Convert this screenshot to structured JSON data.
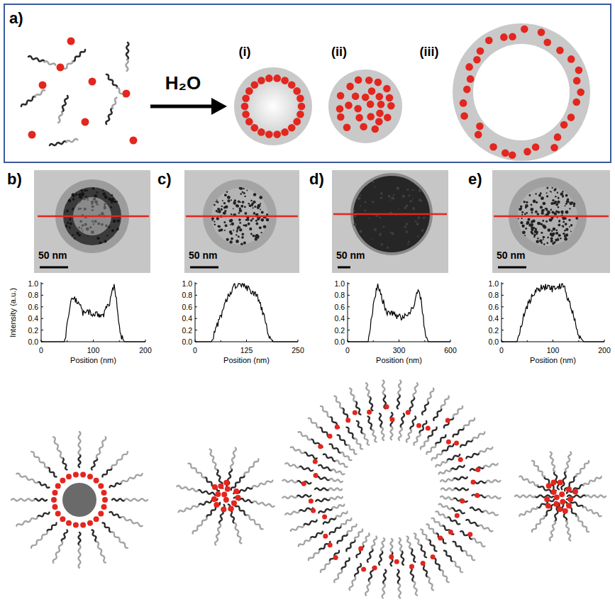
{
  "diagram": {
    "nodes": [
      {
        "text": [
          "a)",
          "H₂O",
          "(i)",
          "(ii)",
          "(iii)"
        ]
      }
    ],
    "labels": [
      "b)",
      "c)",
      "d)",
      "e)",
      "50 nm",
      "50 nm",
      "50 nm",
      "50 nm",
      "Intensity (a.u.)",
      "1.0",
      "0.8",
      "0.6",
      "0.4",
      "0.2",
      "0.0",
      "0",
      "100",
      "200",
      "Position (nm)",
      "1.0",
      "0.8",
      "0.6",
      "0.4",
      "0.2",
      "0.0",
      "0",
      "125",
      "250",
      "Position (nm)",
      "1.0",
      "0.8",
      "0.6",
      "0.4",
      "0.2",
      "0.0",
      "0",
      "300",
      "600",
      "Position (nm)",
      "1.0",
      "0.8",
      "0.6",
      "0.4",
      "0.2",
      "0.0",
      "0",
      "100",
      "200",
      "Position (nm)"
    ]
  }
}
